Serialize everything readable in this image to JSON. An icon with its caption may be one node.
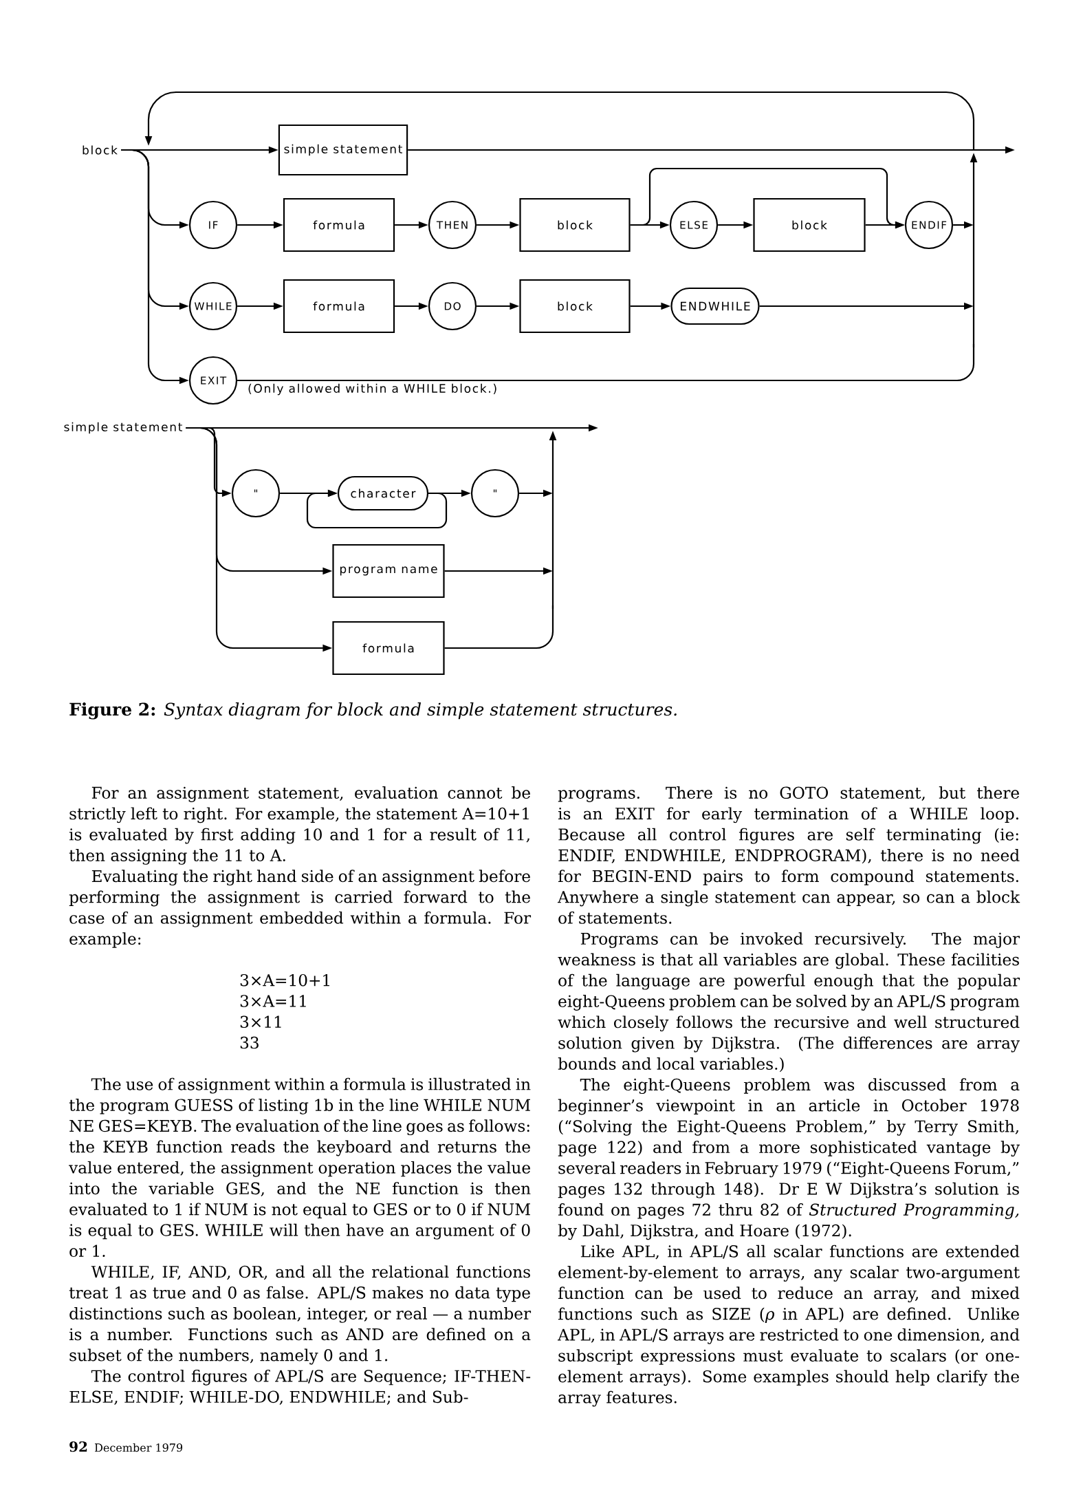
{
  "diagram": {
    "caption": "**Figure 2:** *Syntax diagram for block and simple statement structures.*",
    "nodes": [
      {
        "text": [
          "block"
        ]
      },
      {
        "text": [
          "simple statement"
        ]
      },
      {
        "text": [
          "IF"
        ]
      },
      {
        "text": [
          "formula"
        ]
      },
      {
        "text": [
          "THEN"
        ]
      },
      {
        "text": [
          "block"
        ]
      },
      {
        "text": [
          "ELSE"
        ]
      },
      {
        "text": [
          "block"
        ]
      },
      {
        "text": [
          "ENDIF"
        ]
      },
      {
        "text": [
          "WHILE"
        ]
      },
      {
        "text": [
          "formula"
        ]
      },
      {
        "text": [
          "DO"
        ]
      },
      {
        "text": [
          "block"
        ]
      },
      {
        "text": [
          "ENDWHILE"
        ]
      },
      {
        "text": [
          "EXIT"
        ],
        "beside": [
          "(Only allowed within a WHILE block.)"
        ]
      },
      {
        "text": [
          "simple statement"
        ]
      },
      {
        "text": [
          "\""
        ]
      },
      {
        "text": [
          "character"
        ]
      },
      {
        "text": [
          "\""
        ]
      },
      {
        "text": [
          "program name"
        ]
      },
      {
        "text": [
          "formula"
        ]
      }
    ],
    "edges": [
      {
        "from": 0,
        "to": 1,
        "arrow": "to"
      },
      {
        "from": 0,
        "to": 2,
        "arrow": "to"
      },
      {
        "from": 0,
        "to": 9,
        "arrow": "to"
      },
      {
        "from": 0,
        "to": 14,
        "arrow": "to"
      },
      {
        "from": 2,
        "to": 3,
        "arrow": "to"
      },
      {
        "from": 3,
        "to": 4,
        "arrow": "to"
      },
      {
        "from": 4,
        "to": 5,
        "arrow": "to"
      },
      {
        "from": 5,
        "to": 6,
        "arrow": "to"
      },
      {
        "from": 6,
        "to": 7,
        "arrow": "to"
      },
      {
        "from": 7,
        "to": 8,
        "arrow": "to"
      },
      {
        "from": 5,
        "to": 8,
        "arrow": "to"
      },
      {
        "from": 9,
        "to": 10,
        "arrow": "to"
      },
      {
        "from": 10,
        "to": 11,
        "arrow": "to"
      },
      {
        "from": 11,
        "to": 12,
        "arrow": "to"
      },
      {
        "from": 12,
        "to": 13,
        "arrow": "to"
      },
      {
        "from": 1,
        "to": null,
        "arrow": "to"
      },
      {
        "from": 8,
        "to": null,
        "arrow": "to"
      },
      {
        "from": 13,
        "to": null,
        "arrow": "to"
      },
      {
        "from": 14,
        "to": null,
        "arrow": "none"
      },
      {
        "from": 15,
        "to": 16,
        "arrow": "to"
      },
      {
        "from": 15,
        "to": 19,
        "arrow": "to"
      },
      {
        "from": 15,
        "to": 20,
        "arrow": "to"
      },
      {
        "from": 16,
        "to": 17,
        "arrow": "to"
      },
      {
        "from": 17,
        "to": 18,
        "arrow": "to"
      },
      {
        "from": 17,
        "to": 17,
        "arrow": "to"
      },
      {
        "from": 18,
        "to": null,
        "arrow": "to"
      },
      {
        "from": 19,
        "to": null,
        "arrow": "to"
      },
      {
        "from": 20,
        "to": null,
        "arrow": "none"
      },
      {
        "from": 15,
        "to": null,
        "arrow": "to"
      }
    ],
    "labels": [
      "For an assignment statement, evaluation cannot be strictly left to right. For example, the statement A=10+1 is evaluated by first adding 10 and 1 for a result of 11, then assigning the 11 to A.",
      "Evaluating the right hand side of an assignment before performing the assignment is carried forward to the case of an assignment embedded within a formula. For example:",
      "3×A=10+1",
      "3×A=11",
      "3×11",
      "33",
      "The use of assignment within a formula is illustrated in the program GUESS of listing 1b in the line WHILE NUM NE GES=KEYB. The evaluation of the line goes as follows: the KEYB function reads the keyboard and returns the value entered, the assignment operation places the value into the variable GES, and the NE function is then evaluated to 1 if NUM is not equal to GES or to 0 if NUM is equal to GES. WHILE will then have an argument of 0 or 1.",
      "WHILE, IF, AND, OR, and all the relational functions treat 1 as true and 0 as false. APL/S makes no data type distinctions such as boolean, integer, or real — a number is a number. Functions such as AND are defined on a subset of the numbers, namely 0 and 1.",
      "The control figures of APL/S are Sequence; IF-THEN-ELSE, ENDIF; WHILE-DO, ENDWHILE; and Sub-",
      "programs. There is no GOTO statement, but there is an EXIT for early termination of a WHILE loop. Because all control figures are self terminating (ie: ENDIF, ENDWHILE, ENDPROGRAM), there is no need for BEGIN-END pairs to form compound statements. Anywhere a single statement can appear, so can a block of statements.",
      "Programs can be invoked recursively. The major weakness is that all variables are global. These facilities of the language are powerful enough that the popular eight-Queens problem can be solved by an APL/S program which closely follows the recursive and well structured solution given by Dijkstra. (The differences are array bounds and local variables.)",
      "The eight-Queens problem was discussed from a beginner’s viewpoint in an article in October 1978 (“Solving the Eight-Queens Problem,” by Terry Smith, page 122) and from a more sophisticated vantage by several readers in February 1979 (“Eight-Queens Forum,” pages 132 through 148). Dr E W Dijkstra’s solution is found on pages 72 thru 82 of *Structured Programming,* by Dahl, Dijkstra, and Hoare (1972).",
      "Like APL, in APL/S all scalar functions are extended element-by-element to arrays, any scalar two-argument function can be used to reduce an array, and mixed functions such as SIZE (*ρ* in APL) are defined. Unlike APL, in APL/S arrays are restricted to one dimension, and subscript expressions must evaluate to scalars (or one-element arrays). Some examples should help clarify the array features.",
      "92",
      "December 1979"
    ]
  }
}
